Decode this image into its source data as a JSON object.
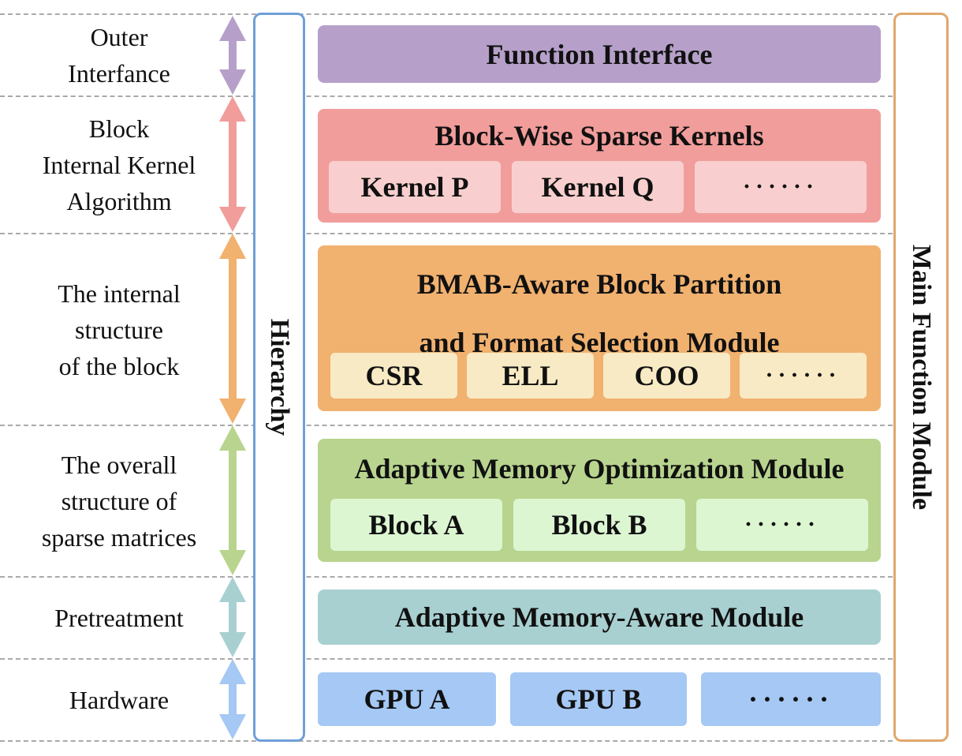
{
  "layers": [
    {
      "lines": [
        "Outer",
        "Interfance"
      ],
      "color": "#b6a0c9"
    },
    {
      "lines": [
        "Block",
        "Internal Kernel",
        "Algorithm"
      ],
      "color": "#f19d9b"
    },
    {
      "lines": [
        "The internal",
        "structure",
        "of the block"
      ],
      "color": "#f1b16f"
    },
    {
      "lines": [
        "The overall",
        "structure of",
        "sparse matrices"
      ],
      "color": "#b8d48e"
    },
    {
      "lines": [
        "Pretreatment"
      ],
      "color": "#a9d0d1"
    },
    {
      "lines": [
        "Hardware"
      ],
      "color": "#a5c8f4"
    }
  ],
  "hierarchy_label": "Hierarchy",
  "main_label": "Main Function Module",
  "function_interface": {
    "title": "Function Interface"
  },
  "kernels": {
    "title": "Block-Wise Sparse Kernels",
    "items": [
      "Kernel P",
      "Kernel Q",
      "······"
    ]
  },
  "bmab": {
    "title_lines": [
      "BMAB-Aware Block Partition",
      "and Format Selection Module"
    ],
    "items": [
      "CSR",
      "ELL",
      "COO",
      "······"
    ]
  },
  "memory_optimization": {
    "title": "Adaptive Memory Optimization Module",
    "items": [
      "Block A",
      "Block B",
      "······"
    ]
  },
  "memory_aware": {
    "title": "Adaptive Memory-Aware Module"
  },
  "gpus": [
    "GPU A",
    "GPU B",
    "······"
  ]
}
